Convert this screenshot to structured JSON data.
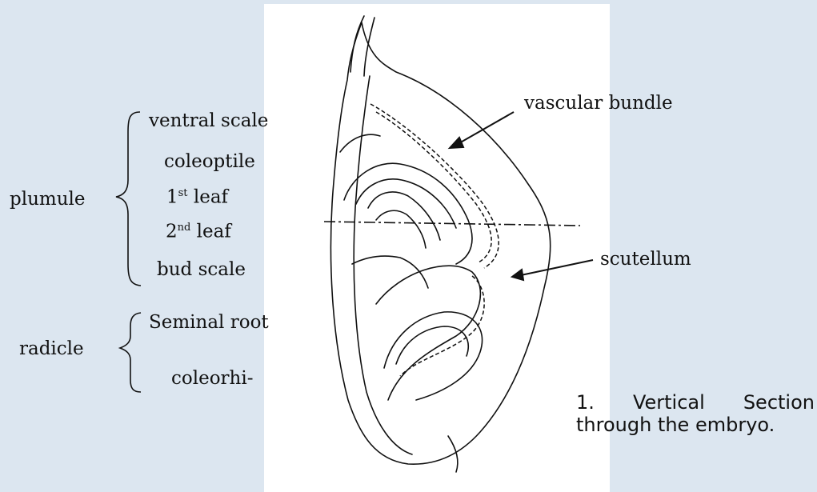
{
  "labels": {
    "plumule": "plumule",
    "ventral_scale": "ventral scale",
    "coleoptile": "coleoptile",
    "first_leaf_num": "1",
    "first_leaf_sup": "st",
    "first_leaf_word": " leaf",
    "second_leaf_num": "2",
    "second_leaf_sup": "nd",
    "second_leaf_word": " leaf",
    "bud_scale": "bud scale",
    "radicle": "radicle",
    "seminal_root": "Seminal root",
    "coleorhi": "coleorhi-",
    "vascular_bundle": "vascular bundle",
    "scutellum": "scutellum"
  },
  "caption": {
    "number": "1.",
    "word1": "Vertical",
    "word2": "Section",
    "line2": "through the embryo."
  },
  "colors": {
    "background": "#dce6f0",
    "panel": "#ffffff",
    "ink": "#111111"
  }
}
